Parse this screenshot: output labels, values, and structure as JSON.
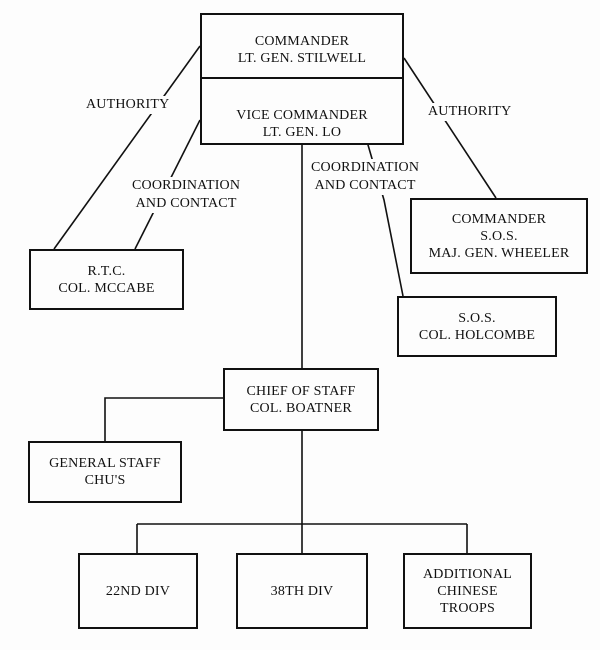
{
  "boxes": {
    "commander": {
      "line1": "COMMANDER",
      "line2": "LT. GEN. STILWELL"
    },
    "vice": {
      "line1": "VICE COMMANDER",
      "line2": "LT. GEN. LO"
    },
    "rtc": {
      "line1": "R.T.C.",
      "line2": "COL. MCCABE"
    },
    "sos_cmd": {
      "line1": "COMMANDER",
      "line2": "S.O.S.",
      "line3": "MAJ. GEN. WHEELER"
    },
    "sos": {
      "line1": "S.O.S.",
      "line2": "COL. HOLCOMBE"
    },
    "cos": {
      "line1": "CHIEF OF STAFF",
      "line2": "COL. BOATNER"
    },
    "gen_staff": {
      "line1": "GENERAL STAFF",
      "line2": "CHU'S"
    },
    "div22": {
      "line1": "22ND DIV"
    },
    "div38": {
      "line1": "38TH DIV"
    },
    "additional": {
      "line1": "ADDITIONAL",
      "line2": "CHINESE",
      "line3": "TROOPS"
    }
  },
  "labels": {
    "authority_left": "AUTHORITY",
    "authority_right": "AUTHORITY",
    "coord_left_1": "COORDINATION",
    "coord_left_2": "AND CONTACT",
    "coord_right_1": "COORDINATION",
    "coord_right_2": "AND CONTACT"
  }
}
